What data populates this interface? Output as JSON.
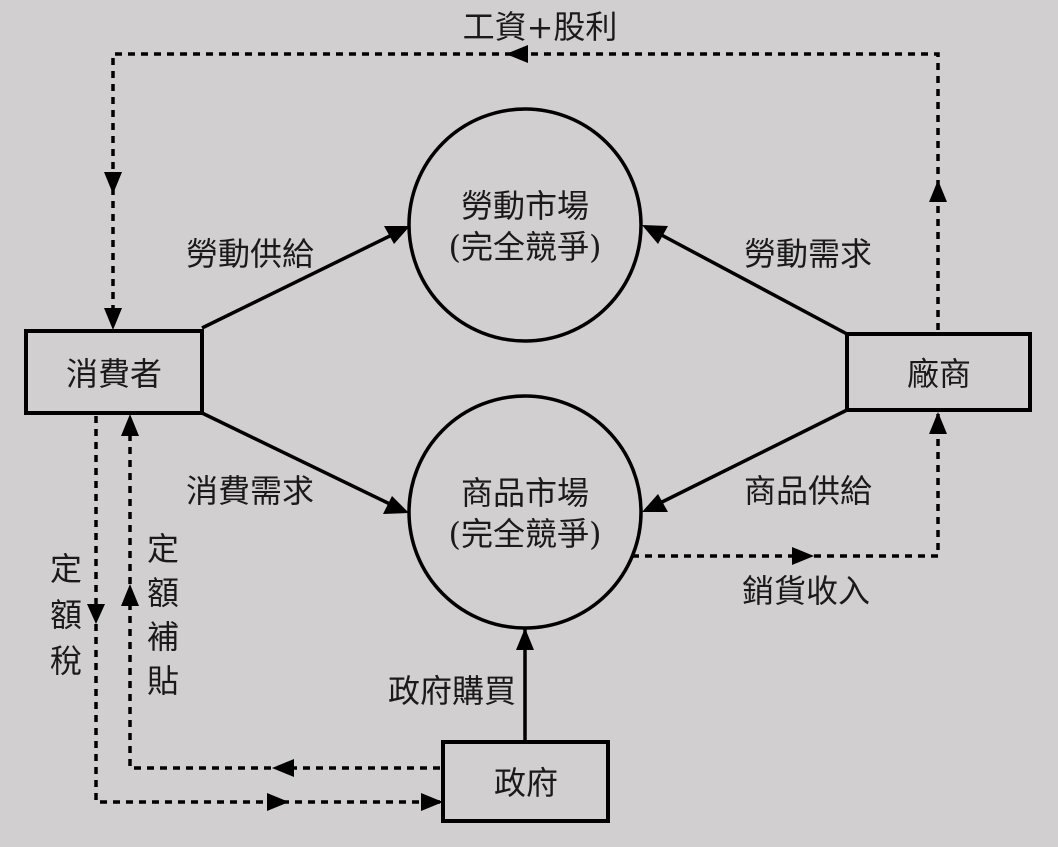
{
  "diagram": {
    "background_color": "#d1cfd0",
    "nodes": {
      "consumer": {
        "label": "消費者"
      },
      "firm": {
        "label": "廠商"
      },
      "government": {
        "label": "政府"
      },
      "labor_market": {
        "label": "勞動市場",
        "sublabel": "(完全競爭)"
      },
      "goods_market": {
        "label": "商品市場",
        "sublabel": "(完全競爭)"
      }
    },
    "flows": {
      "wages_profits": {
        "label": "工資+股利",
        "style": "dashed",
        "from": "firm",
        "to": "consumer"
      },
      "labor_supply": {
        "label": "勞動供給",
        "style": "solid",
        "from": "consumer",
        "to": "labor_market"
      },
      "labor_demand": {
        "label": "勞動需求",
        "style": "solid",
        "from": "firm",
        "to": "labor_market"
      },
      "consumption_demand": {
        "label": "消費需求",
        "style": "solid",
        "from": "consumer",
        "to": "goods_market"
      },
      "goods_supply": {
        "label": "商品供給",
        "style": "solid",
        "from": "firm",
        "to": "goods_market"
      },
      "sales_revenue": {
        "label": "銷貨收入",
        "style": "dashed",
        "from": "goods_market",
        "to": "firm"
      },
      "government_purchase": {
        "label": "政府購買",
        "style": "solid",
        "from": "government",
        "to": "goods_market"
      },
      "lump_sum_tax": {
        "label": "定額稅",
        "style": "dashed",
        "from": "consumer",
        "to": "government"
      },
      "lump_sum_subsidy": {
        "label": "定額補貼",
        "style": "dashed",
        "from": "government",
        "to": "consumer"
      }
    }
  }
}
